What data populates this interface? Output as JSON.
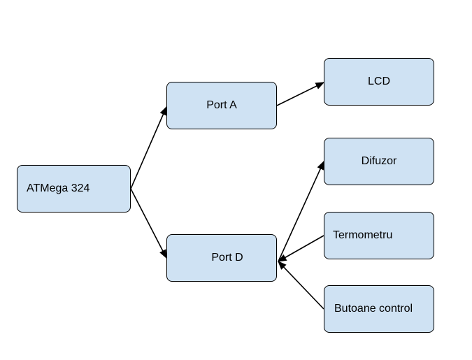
{
  "diagram": {
    "nodes": {
      "atmega": "ATMega 324",
      "port_a": "Port A",
      "port_d": "Port D",
      "lcd": "LCD",
      "difuzor": "Difuzor",
      "termometru": "Termometru",
      "butoane": "Butoane control"
    },
    "edges": [
      {
        "from": "ATMega 324",
        "to": "Port A"
      },
      {
        "from": "ATMega 324",
        "to": "Port D"
      },
      {
        "from": "Port A",
        "to": "LCD"
      },
      {
        "from": "Port D",
        "to": "Difuzor"
      },
      {
        "from": "Termometru",
        "to": "Port D"
      },
      {
        "from": "Butoane control",
        "to": "Port D"
      }
    ],
    "colors": {
      "node_fill": "#cfe2f3",
      "node_border": "#000000",
      "edge": "#000000"
    }
  }
}
